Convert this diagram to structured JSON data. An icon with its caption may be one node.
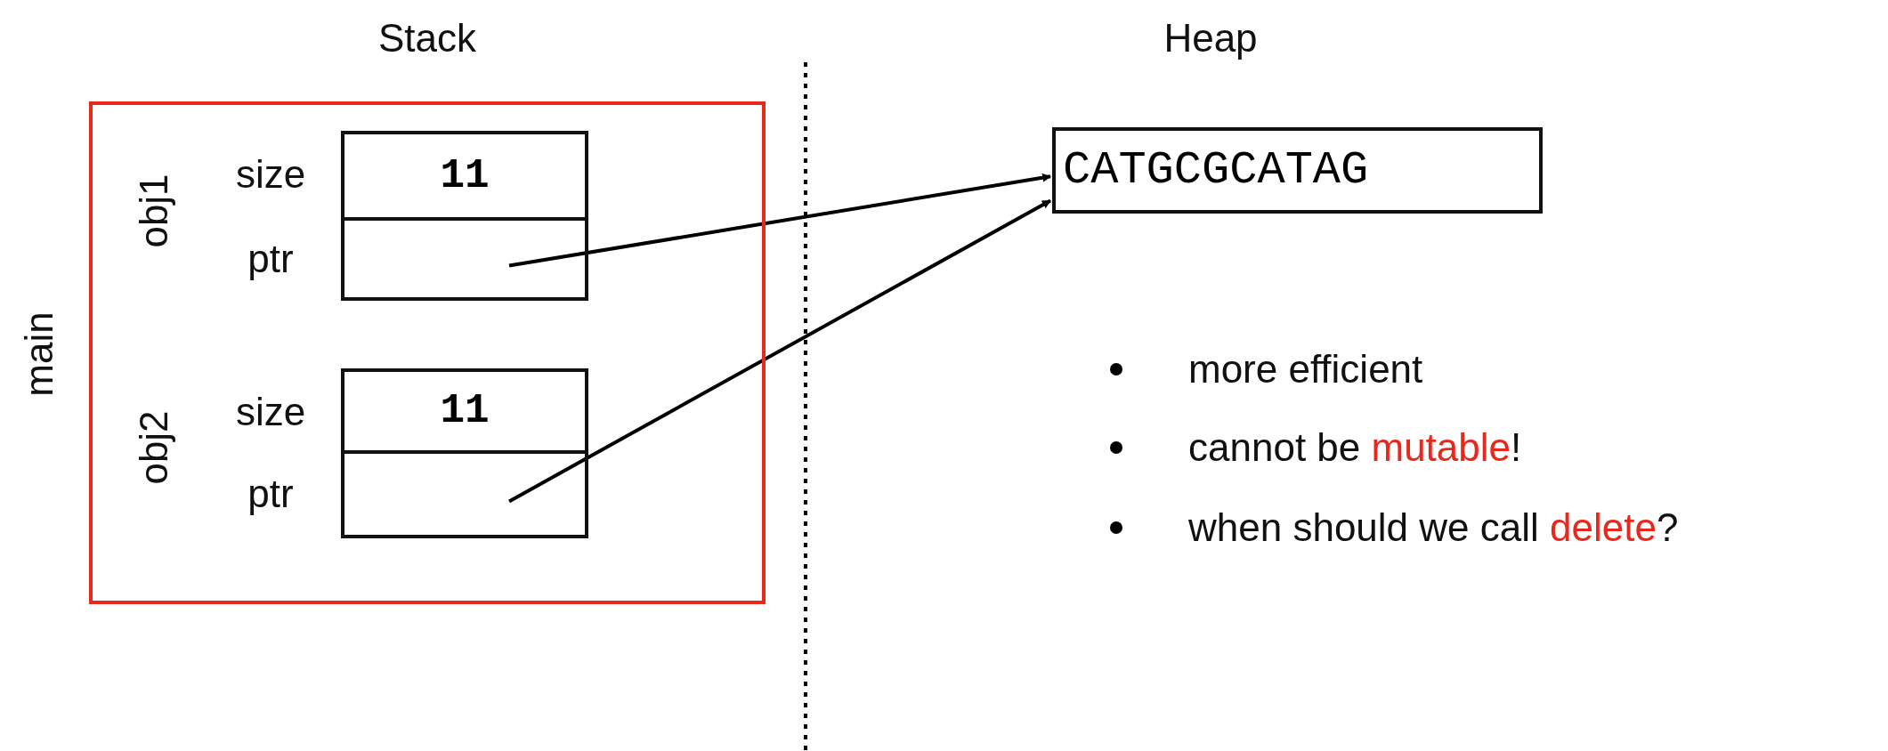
{
  "diagram": {
    "nodes": [
      {
        "text": [
          "main"
        ]
      },
      {
        "text": [
          "11"
        ],
        "in": 0
      },
      {
        "text": [],
        "shape": "box",
        "in": 0
      },
      {
        "text": [
          "11"
        ],
        "in": 0
      },
      {
        "text": [],
        "shape": "box",
        "in": 0
      },
      {
        "text": [
          "CATGCGCATAG"
        ]
      }
    ],
    "edges": [
      {
        "from": 2,
        "to": 5,
        "arrow": "to"
      },
      {
        "from": 4,
        "to": 5,
        "arrow": "to"
      }
    ],
    "labels": [
      "Stack",
      "Heap",
      "obj1",
      "size",
      "ptr",
      "obj2",
      "size",
      "ptr",
      "more efficient",
      "cannot be *mutable*!",
      "when should we call *delete*?"
    ]
  }
}
